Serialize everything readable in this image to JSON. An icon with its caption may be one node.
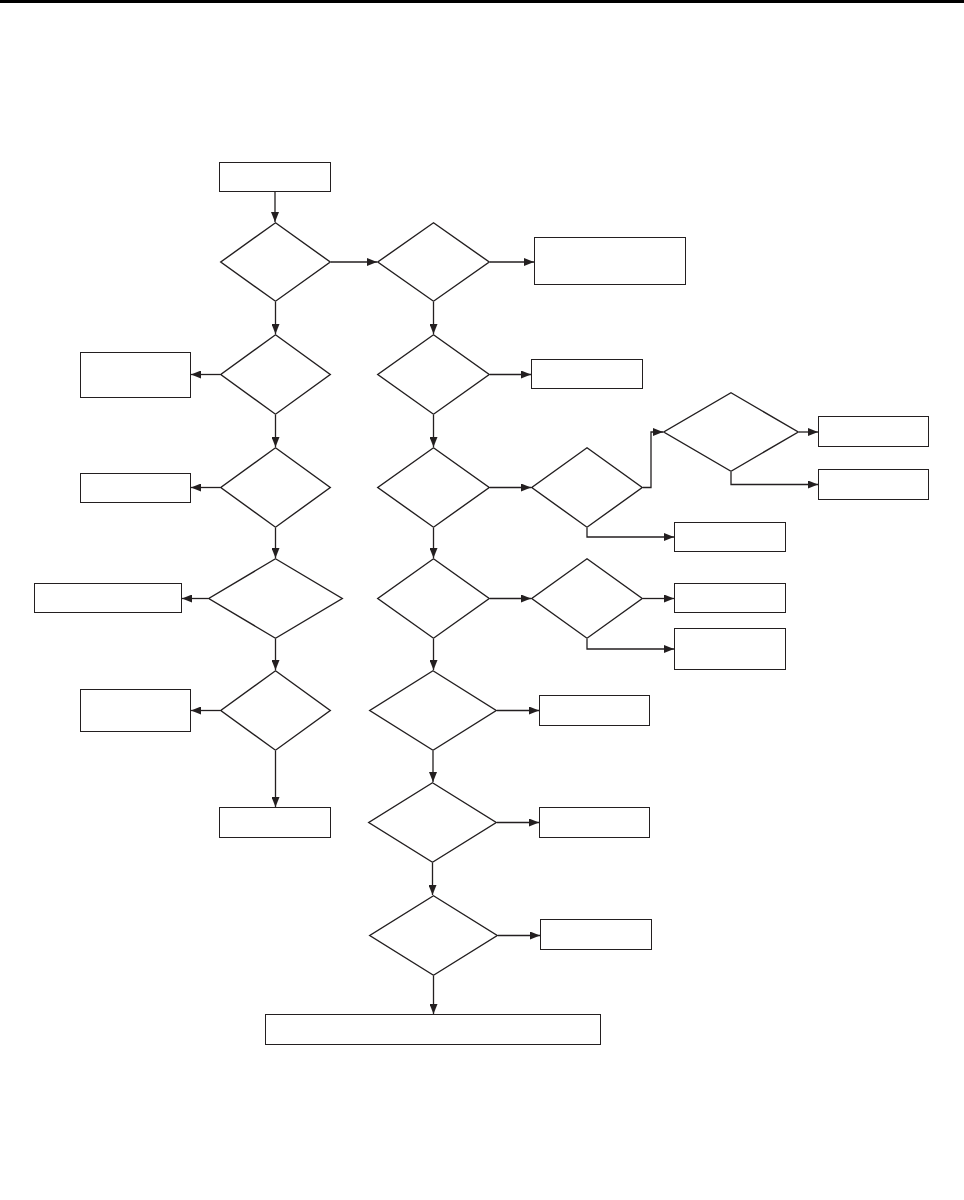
{
  "diagram": {
    "nodes": [
      {
        "text": [],
        "shape": "box"
      },
      {
        "text": [],
        "shape": "diamond"
      },
      {
        "text": [],
        "shape": "diamond"
      },
      {
        "text": [],
        "shape": "box"
      },
      {
        "text": [],
        "shape": "box"
      },
      {
        "text": [],
        "shape": "diamond"
      },
      {
        "text": [],
        "shape": "diamond"
      },
      {
        "text": [],
        "shape": "box"
      },
      {
        "text": [],
        "shape": "diamond"
      },
      {
        "text": [],
        "shape": "box"
      },
      {
        "text": [],
        "shape": "box"
      },
      {
        "text": [],
        "shape": "diamond"
      },
      {
        "text": [],
        "shape": "diamond"
      },
      {
        "text": [],
        "shape": "diamond"
      },
      {
        "text": [],
        "shape": "box"
      },
      {
        "text": [],
        "shape": "box"
      },
      {
        "text": [],
        "shape": "box"
      },
      {
        "text": [],
        "shape": "diamond"
      },
      {
        "text": [],
        "shape": "diamond"
      },
      {
        "text": [],
        "shape": "diamond"
      },
      {
        "text": [],
        "shape": "box"
      },
      {
        "text": [],
        "shape": "box"
      },
      {
        "text": [],
        "shape": "box"
      },
      {
        "text": [],
        "shape": "diamond"
      },
      {
        "text": [],
        "shape": "diamond"
      },
      {
        "text": [],
        "shape": "box"
      },
      {
        "text": [],
        "shape": "box"
      },
      {
        "text": [],
        "shape": "diamond"
      },
      {
        "text": [],
        "shape": "box"
      },
      {
        "text": [],
        "shape": "diamond"
      },
      {
        "text": [],
        "shape": "box"
      },
      {
        "text": [],
        "shape": "box"
      }
    ],
    "edges": [
      {
        "from": 0,
        "to": 1,
        "arrow": "to"
      },
      {
        "from": 1,
        "to": 2,
        "arrow": "to"
      },
      {
        "from": 1,
        "to": 5,
        "arrow": "to"
      },
      {
        "from": 2,
        "to": 3,
        "arrow": "to"
      },
      {
        "from": 2,
        "to": 6,
        "arrow": "to"
      },
      {
        "from": 5,
        "to": 4,
        "arrow": "to"
      },
      {
        "from": 5,
        "to": 11,
        "arrow": "to"
      },
      {
        "from": 6,
        "to": 7,
        "arrow": "to"
      },
      {
        "from": 6,
        "to": 12,
        "arrow": "to"
      },
      {
        "from": 11,
        "to": 10,
        "arrow": "to"
      },
      {
        "from": 11,
        "to": 17,
        "arrow": "to"
      },
      {
        "from": 12,
        "to": 13,
        "arrow": "to"
      },
      {
        "from": 12,
        "to": 18,
        "arrow": "to"
      },
      {
        "from": 13,
        "to": 8,
        "arrow": "to"
      },
      {
        "from": 8,
        "to": 9,
        "arrow": "to"
      },
      {
        "from": 8,
        "to": 14,
        "arrow": "to"
      },
      {
        "from": 13,
        "to": 15,
        "arrow": "to"
      },
      {
        "from": 17,
        "to": 16,
        "arrow": "to"
      },
      {
        "from": 17,
        "to": 23,
        "arrow": "to"
      },
      {
        "from": 18,
        "to": 19,
        "arrow": "to"
      },
      {
        "from": 18,
        "to": 24,
        "arrow": "to"
      },
      {
        "from": 19,
        "to": 20,
        "arrow": "to"
      },
      {
        "from": 19,
        "to": 21,
        "arrow": "to"
      },
      {
        "from": 23,
        "to": 22,
        "arrow": "to"
      },
      {
        "from": 23,
        "to": 26,
        "arrow": "to"
      },
      {
        "from": 24,
        "to": 25,
        "arrow": "to"
      },
      {
        "from": 24,
        "to": 27,
        "arrow": "to"
      },
      {
        "from": 27,
        "to": 28,
        "arrow": "to"
      },
      {
        "from": 27,
        "to": 29,
        "arrow": "to"
      },
      {
        "from": 29,
        "to": 30,
        "arrow": "to"
      },
      {
        "from": 29,
        "to": 31,
        "arrow": "to"
      }
    ]
  }
}
